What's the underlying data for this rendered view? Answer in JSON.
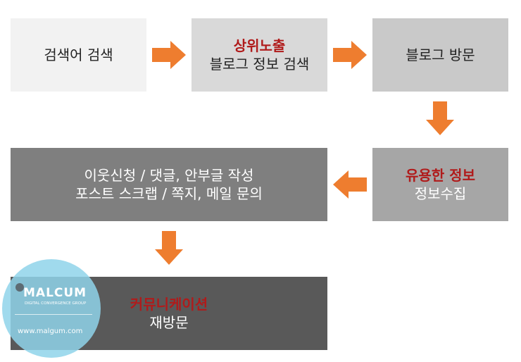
{
  "flow": {
    "step1": {
      "line1": "검색어 검색"
    },
    "step2": {
      "highlight": "상위노출",
      "line2": "블로그 정보 검색"
    },
    "step3": {
      "line1": "블로그 방문"
    },
    "step4": {
      "highlight": "유용한 정보",
      "line2": "정보수집"
    },
    "step5": {
      "line1": "이웃신청 / 댓글, 안부글 작성",
      "line2": "포스트 스크랩 / 쪽지, 메일 문의"
    },
    "step6": {
      "highlight": "커뮤니케이션",
      "line2": "재방문"
    }
  },
  "colors": {
    "arrow": "#ee7d2f",
    "highlight": "#b01b1b",
    "box1": "#f2f2f2",
    "box2": "#d9d9d9",
    "box3": "#c9c9c9",
    "box4": "#a6a6a6",
    "box5": "#7f7f7f",
    "box6": "#595959",
    "logo_circle": "#8fd3ea"
  },
  "watermark": {
    "brand": "MALCUM",
    "tagline": "DIGITAL CONVERGENCE GROUP",
    "url": "www.malgum.com"
  }
}
